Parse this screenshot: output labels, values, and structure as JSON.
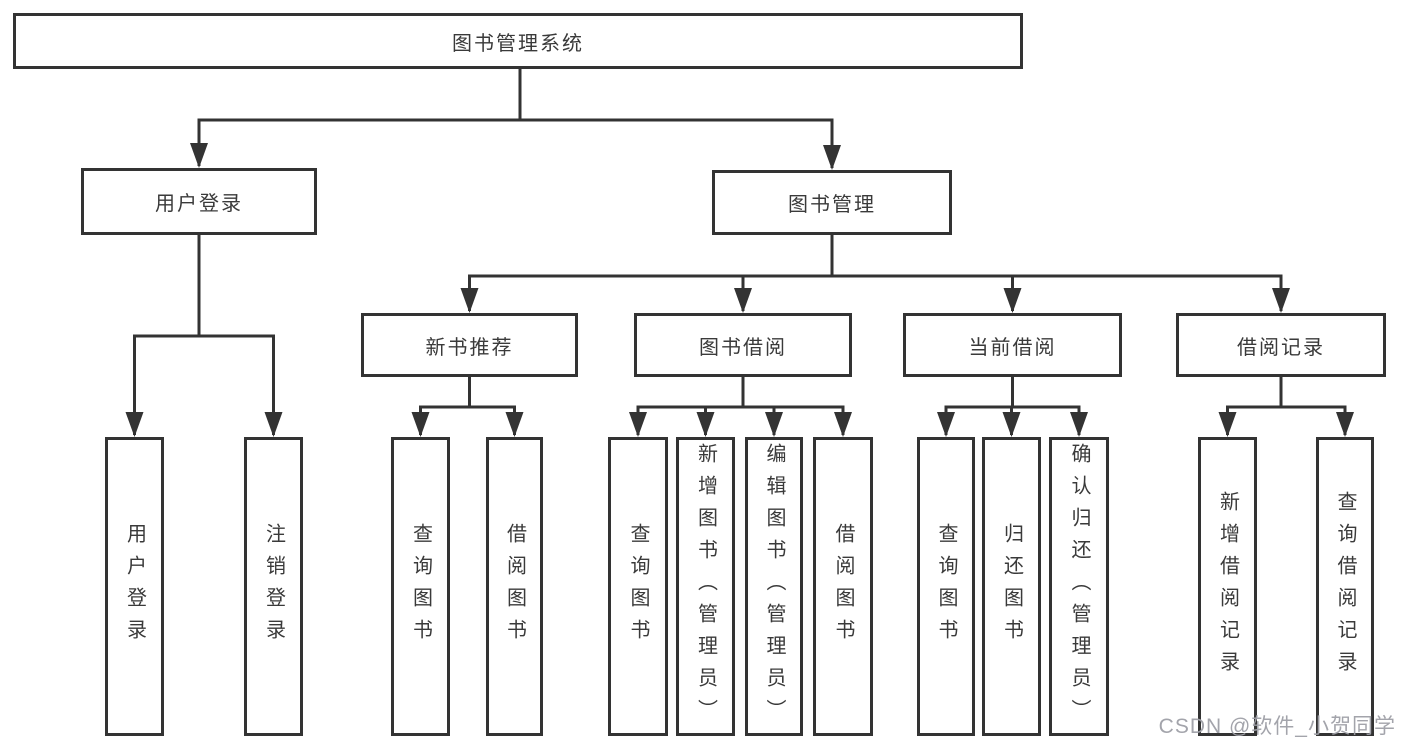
{
  "diagram": {
    "title": "图书管理系统",
    "colors": {
      "line": "#333333",
      "border": "#333333",
      "text": "#3a3a3a",
      "background": "#ffffff",
      "watermark": "#9e9fa6"
    },
    "tree": {
      "label": "图书管理系统",
      "children": [
        {
          "label": "用户登录",
          "children": [
            {
              "label": "用户登录"
            },
            {
              "label": "注销登录"
            }
          ]
        },
        {
          "label": "图书管理",
          "children": [
            {
              "label": "新书推荐",
              "children": [
                {
                  "label": "查询图书"
                },
                {
                  "label": "借阅图书"
                }
              ]
            },
            {
              "label": "图书借阅",
              "children": [
                {
                  "label": "查询图书"
                },
                {
                  "label": "新增图书（管理员）"
                },
                {
                  "label": "编辑图书（管理员）"
                },
                {
                  "label": "借阅图书"
                }
              ]
            },
            {
              "label": "当前借阅",
              "children": [
                {
                  "label": "查询图书"
                },
                {
                  "label": "归还图书"
                },
                {
                  "label": "确认归还（管理员）"
                }
              ]
            },
            {
              "label": "借阅记录",
              "children": [
                {
                  "label": "新增借阅记录"
                },
                {
                  "label": "查询借阅记录"
                }
              ]
            }
          ]
        }
      ]
    },
    "watermark": {
      "text": "CSDN @软件_小贺同学"
    }
  }
}
